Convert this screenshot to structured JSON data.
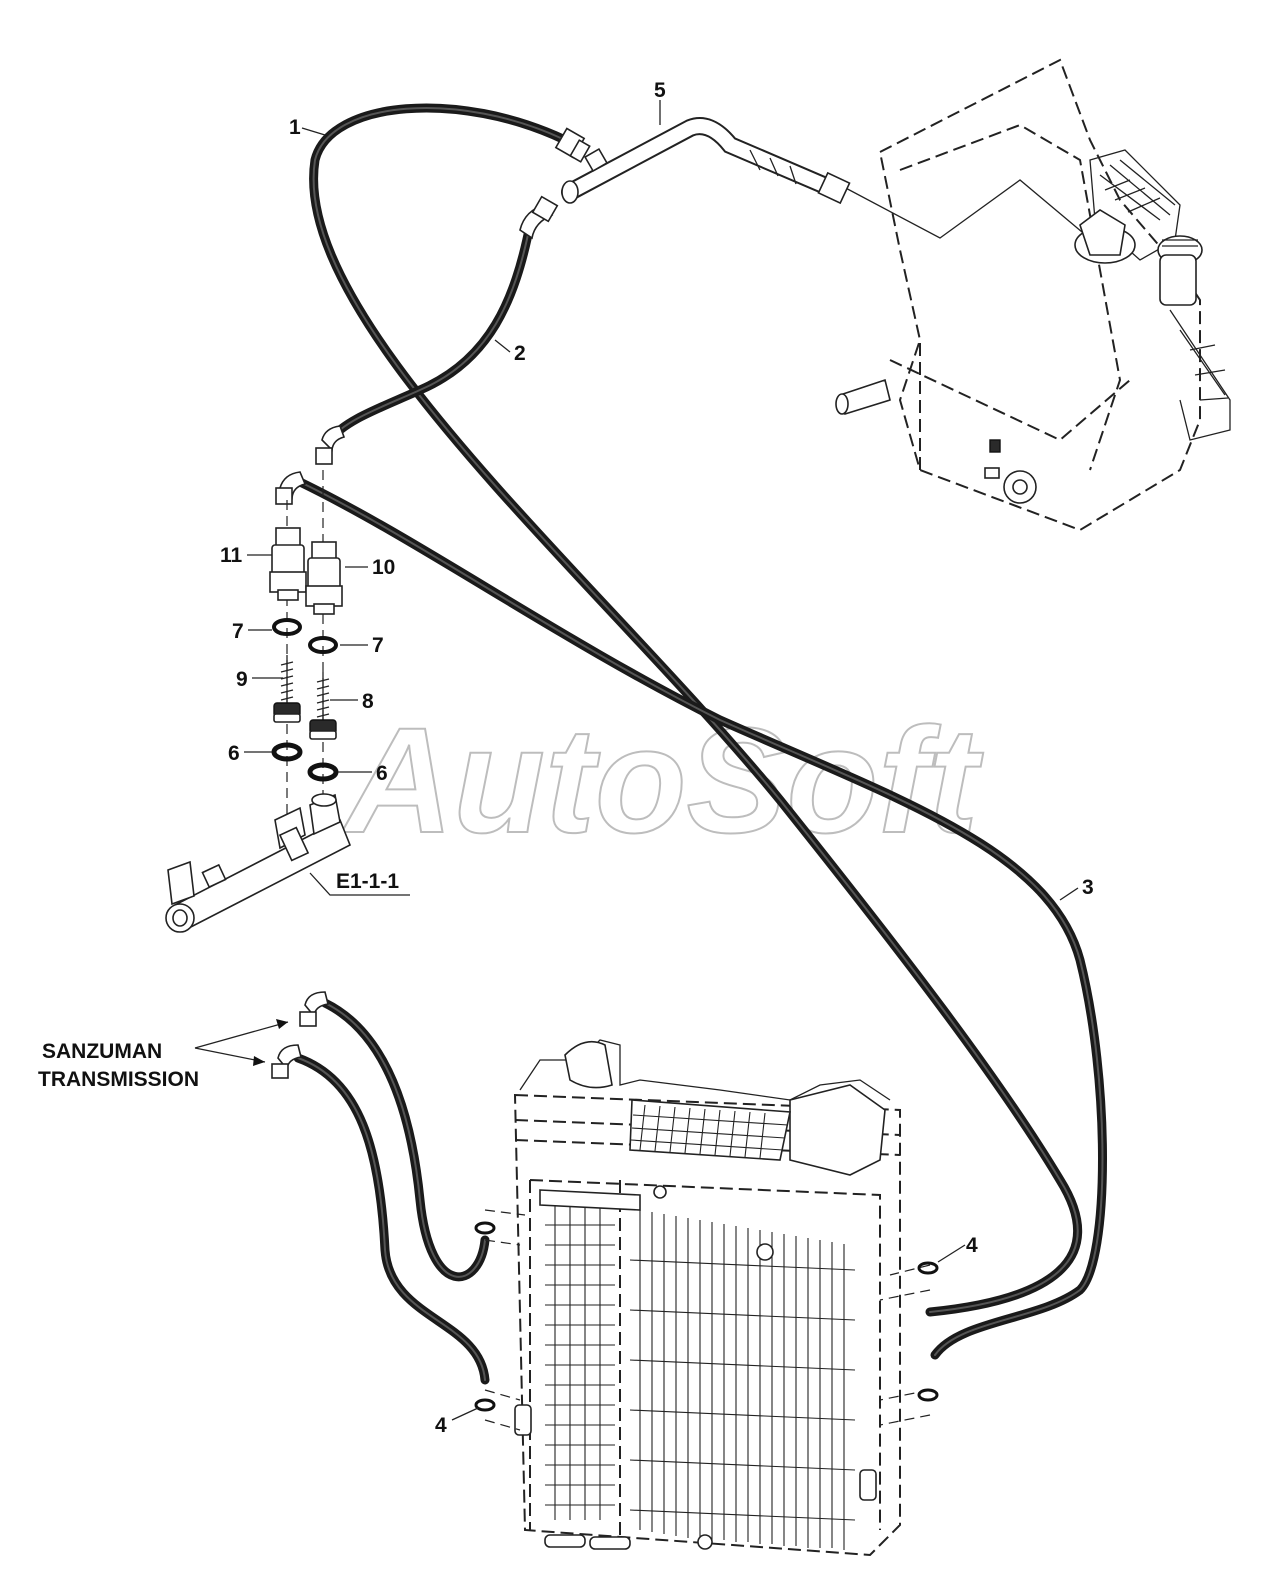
{
  "watermark": "AutoSoft",
  "callouts": {
    "c1": "1",
    "c2": "2",
    "c3": "3",
    "c4a": "4",
    "c4b": "4",
    "c5": "5",
    "c6a": "6",
    "c6b": "6",
    "c7a": "7",
    "c7b": "7",
    "c8": "8",
    "c9": "9",
    "c10": "10",
    "c11": "11"
  },
  "reference": "E1-1-1",
  "transmission_label": {
    "line1": "SANZUMAN",
    "line2": "TRANSMISSION"
  }
}
